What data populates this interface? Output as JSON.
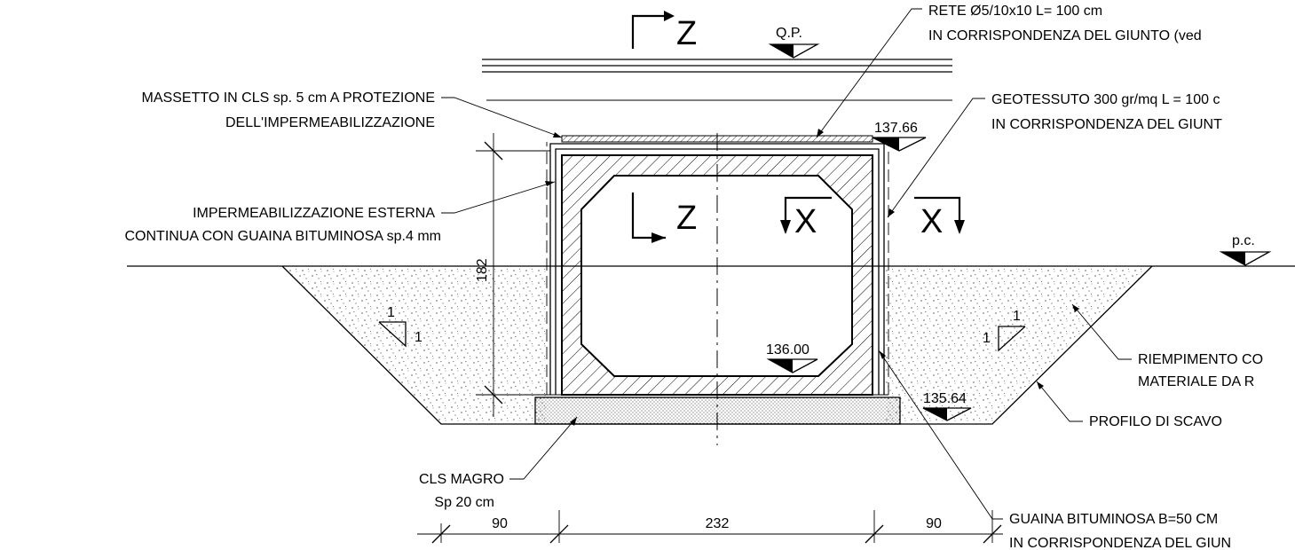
{
  "section_marks": {
    "z_top": "Z",
    "z_inner": "Z",
    "x_inner": "X",
    "x_outer": "X"
  },
  "levels": {
    "qp_label": "Q.P.",
    "top_slab": "137.66",
    "pc_label": "p.c.",
    "inner_bottom": "136.00",
    "foundation": "135.64"
  },
  "callouts": {
    "rete_line1": "RETE Ø5/10x10 L= 100 cm",
    "rete_line2": "IN CORRISPONDENZA DEL GIUNTO (ved",
    "massetto_line1": "MASSETTO IN CLS sp. 5 cm A PROTEZIONE",
    "massetto_line2": "DELL'IMPERMEABILIZZAZIONE",
    "geotessuto_line1": "GEOTESSUTO 300 gr/mq L = 100 c",
    "geotessuto_line2": "IN CORRISPONDENZA DEL GIUNT",
    "impermeab_line1": "IMPERMEABILIZZAZIONE ESTERNA",
    "impermeab_line2": "CONTINUA CON GUAINA BITUMINOSA sp.4 mm",
    "riempimento_line1": "RIEMPIMENTO CO",
    "riempimento_line2": "MATERIALE DA R",
    "profilo": "PROFILO DI SCAVO",
    "cls_magro_line1": "CLS MAGRO",
    "cls_magro_line2": "Sp 20 cm",
    "guaina_line1": "GUAINA BITUMINOSA B=50 CM",
    "guaina_line2": "IN CORRISPONDENZA DEL GIUN"
  },
  "slopes": {
    "left_v": "1",
    "left_h": "1",
    "right_v": "1",
    "right_h": "1"
  },
  "dimensions": {
    "height": "182",
    "left_margin": "90",
    "box_width": "232",
    "right_margin": "90"
  }
}
